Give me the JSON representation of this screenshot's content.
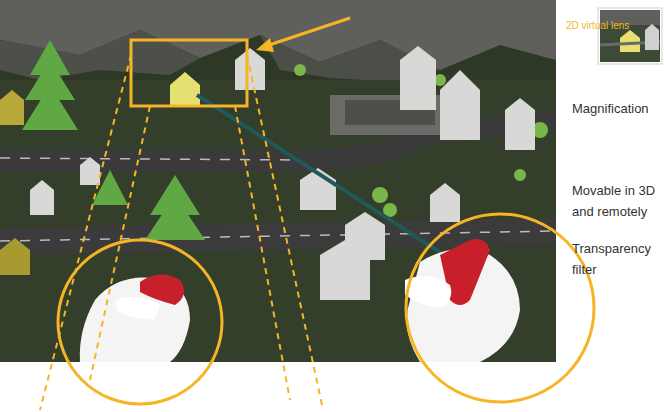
{
  "diagram": {
    "labels": [
      "2D virtual lens",
      "Magnification",
      "Movable in 3D and remotely",
      "Transparency filter"
    ]
  }
}
